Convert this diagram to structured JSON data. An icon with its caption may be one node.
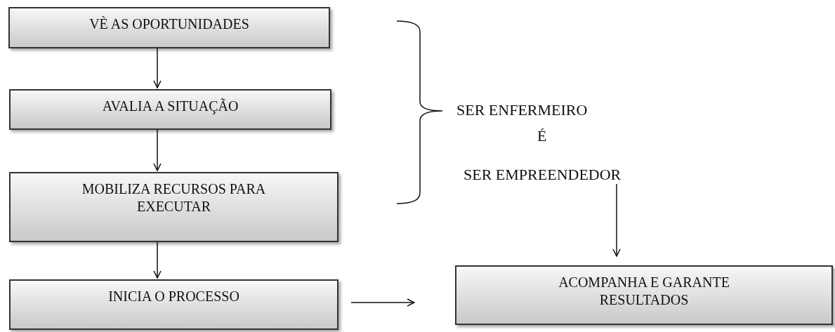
{
  "diagram": {
    "nodes": [
      {
        "text": [
          "VÈ AS OPORTUNIDADES"
        ]
      },
      {
        "text": [
          "AVALIA A SITUAÇÃO"
        ]
      },
      {
        "text": [
          "MOBILIZA RECURSOS PARA EXECUTAR"
        ]
      },
      {
        "text": [
          "INICIA O PROCESSO"
        ]
      },
      {
        "text": [
          "SER ENFERMEIRO",
          "É",
          "SER EMPREENDEDOR"
        ]
      },
      {
        "text": [
          "ACOMPANHA E GARANTE RESULTADOS"
        ]
      }
    ],
    "edges": [
      {
        "from": 0,
        "to": 1,
        "arrow": "to"
      },
      {
        "from": 1,
        "to": 2,
        "arrow": "to"
      },
      {
        "from": 2,
        "to": 3,
        "arrow": "to"
      },
      {
        "from": 3,
        "to": 5,
        "arrow": "to"
      },
      {
        "from": 4,
        "to": 5,
        "arrow": "to"
      }
    ]
  }
}
